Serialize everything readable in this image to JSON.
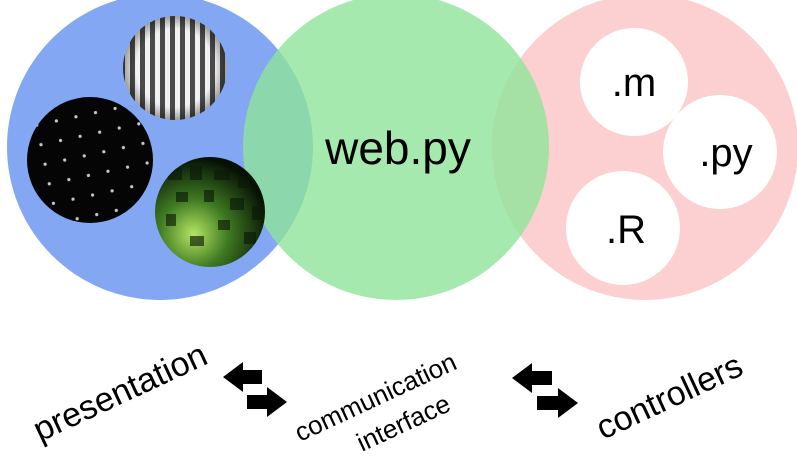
{
  "center_label": "web.py",
  "controllers": [
    ".m",
    ".py",
    ".R"
  ],
  "bottom": {
    "presentation": "presentation",
    "communication_line1": "communication",
    "communication_line2": "interface",
    "controllers": "controllers"
  },
  "colors": {
    "presentation_circle": "#7ca2f2",
    "interface_circle": "#8fe39a",
    "controllers_circle": "#fbc8c8",
    "arrow": "#000000"
  },
  "icons": [
    "striped-grating-icon",
    "dot-grid-icon",
    "green-blocks-icon",
    "exchange-arrows-icon"
  ]
}
